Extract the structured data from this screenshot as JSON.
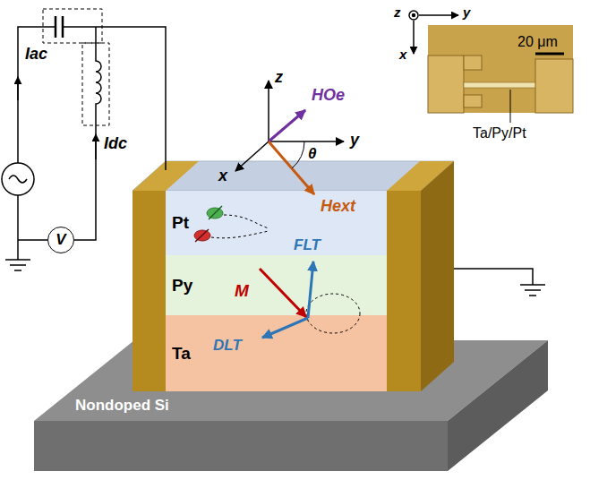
{
  "diagram": {
    "nodes": [
      {
        "text": [
          "Pt"
        ]
      },
      {
        "text": [
          "Py"
        ]
      },
      {
        "text": [
          "Ta"
        ]
      },
      {
        "text": [
          "Nondoped Si"
        ]
      },
      {
        "text": [
          "V"
        ]
      },
      {
        "text": [
          "20 μm",
          "Ta/Py/Pt"
        ]
      }
    ],
    "labels": [
      "Iac",
      "Idc",
      "z",
      "x",
      "y",
      "θ",
      "HOe",
      "Hext",
      "M",
      "FLT",
      "DLT",
      "z",
      "y",
      "x"
    ]
  }
}
